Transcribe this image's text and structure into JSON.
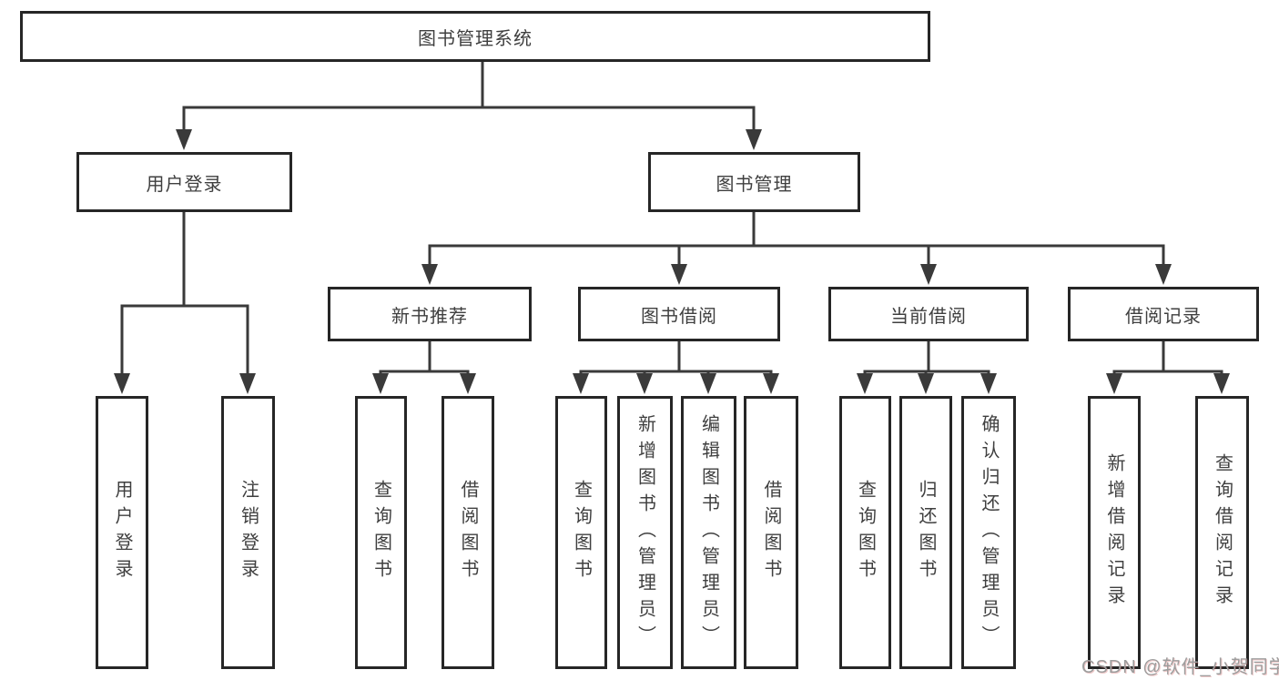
{
  "colors": {
    "line": "#3a3a3a",
    "box_border": "#262626",
    "text": "#3f3f3f",
    "watermark": "#9d9d9d",
    "background": "#ffffff"
  },
  "watermark": {
    "text": "CSDN @软件_小贺同学"
  },
  "tree": {
    "root": {
      "label": "图书管理系统"
    },
    "level2": [
      {
        "id": "user-login",
        "label": "用户登录"
      },
      {
        "id": "book-management",
        "label": "图书管理"
      }
    ],
    "level3": [
      {
        "id": "new-book-recommend",
        "label": "新书推荐",
        "parent": "图书管理"
      },
      {
        "id": "book-borrowing",
        "label": "图书借阅",
        "parent": "图书管理"
      },
      {
        "id": "current-borrowing",
        "label": "当前借阅",
        "parent": "图书管理"
      },
      {
        "id": "borrow-records",
        "label": "借阅记录",
        "parent": "图书管理"
      }
    ],
    "leaves": {
      "user_login": [
        "用户登录",
        "注销登录"
      ],
      "new_book_recommend": [
        "查询图书",
        "借阅图书"
      ],
      "book_borrowing": [
        "查询图书",
        "新增图书（管理员）",
        "编辑图书（管理员）",
        "借阅图书"
      ],
      "current_borrowing": [
        "查询图书",
        "归还图书",
        "确认归还（管理员）"
      ],
      "borrow_records": [
        "新增借阅记录",
        "查询借阅记录"
      ]
    }
  }
}
